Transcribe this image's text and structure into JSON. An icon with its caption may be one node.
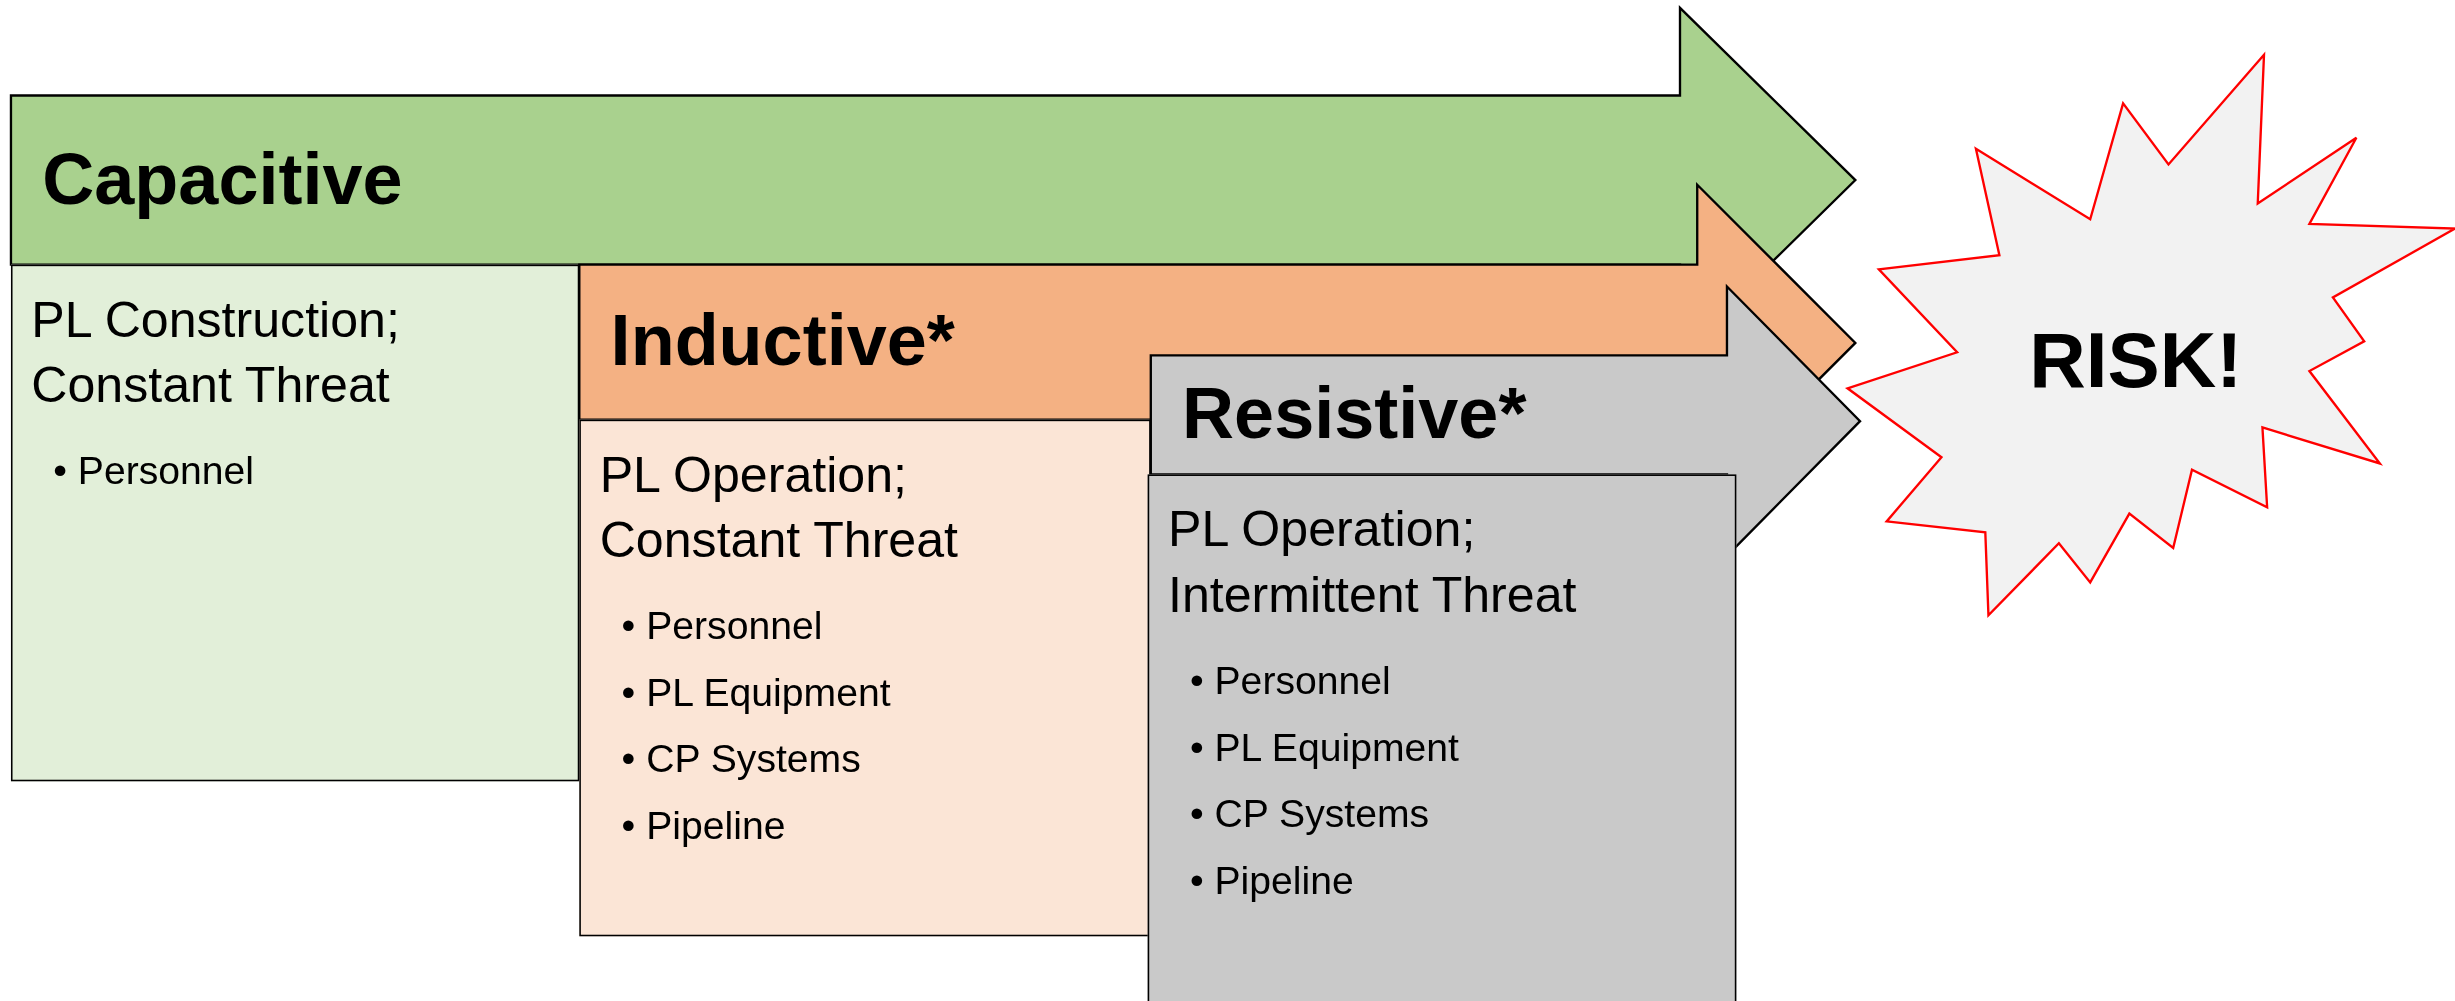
{
  "diagram": {
    "nodes": [
      {
        "text": [
          "Capacitive"
        ]
      },
      {
        "text": [
          "PL Construction; Constant Threat",
          "• Personnel"
        ]
      },
      {
        "text": [
          "Inductive*"
        ]
      },
      {
        "text": [
          "PL Operation; Constant Threat",
          "• Personnel",
          "• PL Equipment",
          "• CP Systems",
          "• Pipeline"
        ]
      },
      {
        "text": [
          "Resistive*"
        ]
      },
      {
        "text": [
          "PL Operation; Intermittent Threat",
          "• Personnel",
          "• PL Equipment",
          "• CP Systems",
          "• Pipeline"
        ]
      },
      {
        "text": [
          "RISK!"
        ]
      }
    ]
  }
}
